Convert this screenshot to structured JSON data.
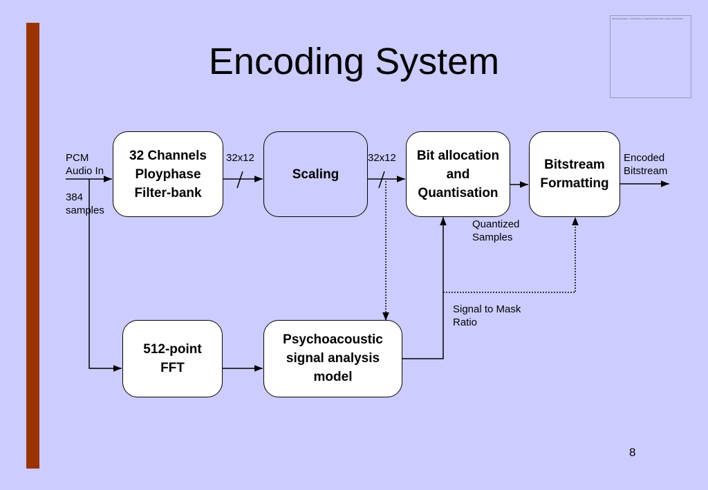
{
  "slide": {
    "title": "Encoding System",
    "page_number": "8",
    "thumbnail_text": "Encoding System – PCM Audio In, Polyphase filter-bank, scaling, quantisation"
  },
  "boxes": {
    "filterbank": "32 Channels\nPloyphase\nFilter-bank",
    "scaling": "Scaling",
    "bitalloc": "Bit allocation\nand\nQuantisation",
    "bitstream": "Bitstream\nFormatting",
    "fft": "512-point\nFFT",
    "psycho": "Psychoacoustic\nsignal analysis\nmodel"
  },
  "labels": {
    "pcm_in": "PCM\nAudio In",
    "samples": "384\nsamples",
    "ratio_1": "32x12",
    "ratio_2": "32x12",
    "encoded": "Encoded\nBitstream",
    "quantized": "Quantized\nSamples",
    "smr": "Signal to Mask\nRatio"
  },
  "colors": {
    "background": "#ccccff",
    "accent_bar": "#993300"
  }
}
